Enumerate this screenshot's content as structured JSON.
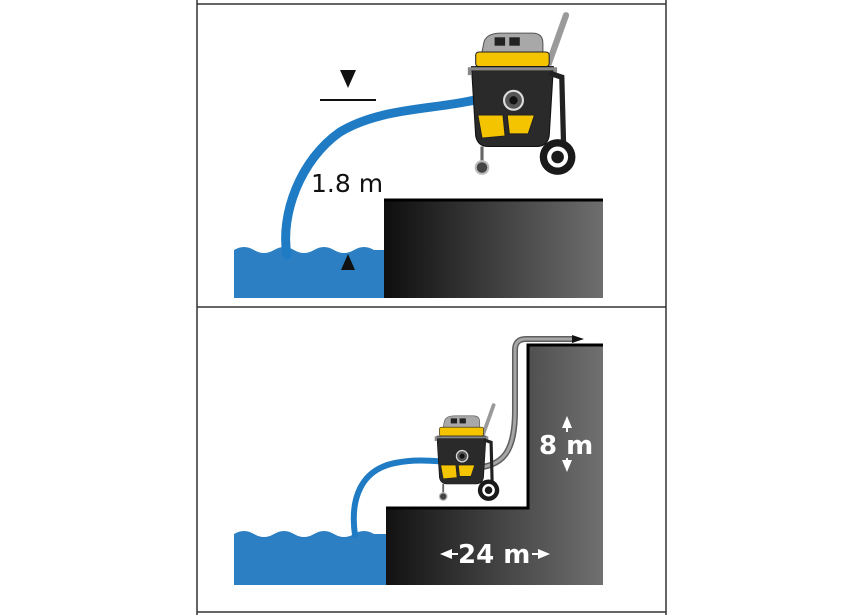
{
  "panels": [
    {
      "id": "top",
      "height_label": "1.8 m"
    },
    {
      "id": "bottom",
      "height_label": "8 m",
      "distance_label": "24 m"
    }
  ],
  "colors": {
    "water": "#2b7fc2",
    "hose_blue": "#1f7cc4",
    "hose_gray": "#7d7d7d",
    "ground_dark": "#141414",
    "ground_light": "#6a6a6a",
    "frame": "#333333",
    "vacuum_body": "#2a2a2a",
    "vacuum_accent": "#f5c400",
    "vacuum_head": "#a9a9a9"
  }
}
